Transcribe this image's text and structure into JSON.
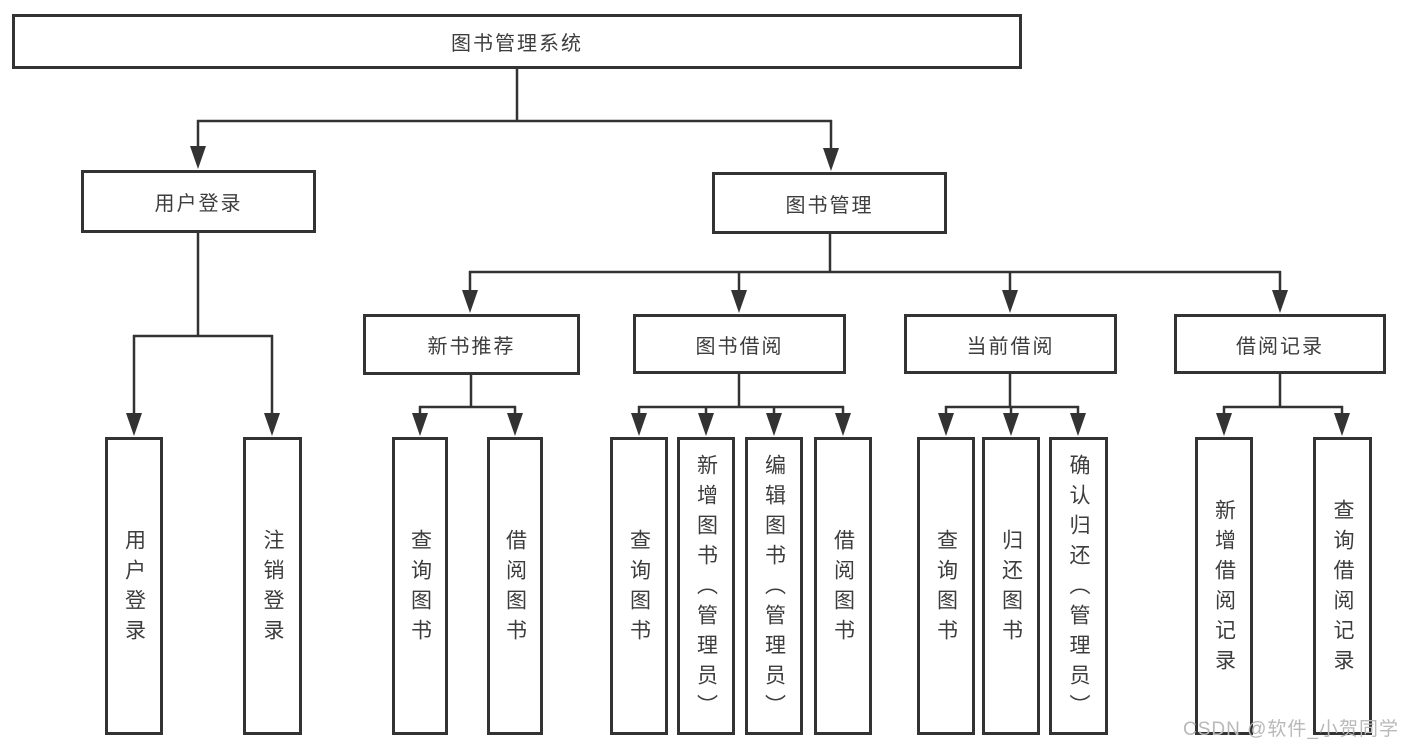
{
  "watermark": "CSDN @软件_小贺同学",
  "colors": {
    "line": "#333333",
    "text": "#3d3d3d",
    "watermark": "#b9b9b9",
    "background": "#ffffff"
  },
  "tree": {
    "label": "图书管理系统",
    "children": [
      {
        "label": "用户登录",
        "children": [
          {
            "label": "用户登录"
          },
          {
            "label": "注销登录"
          }
        ]
      },
      {
        "label": "图书管理",
        "children": [
          {
            "label": "新书推荐",
            "children": [
              {
                "label": "查询图书"
              },
              {
                "label": "借阅图书"
              }
            ]
          },
          {
            "label": "图书借阅",
            "children": [
              {
                "label": "查询图书"
              },
              {
                "label": "新增图书（管理员）"
              },
              {
                "label": "编辑图书（管理员）"
              },
              {
                "label": "借阅图书"
              }
            ]
          },
          {
            "label": "当前借阅",
            "children": [
              {
                "label": "查询图书"
              },
              {
                "label": "归还图书"
              },
              {
                "label": "确认归还（管理员）"
              }
            ]
          },
          {
            "label": "借阅记录",
            "children": [
              {
                "label": "新增借阅记录"
              },
              {
                "label": "查询借阅记录"
              }
            ]
          }
        ]
      }
    ]
  }
}
